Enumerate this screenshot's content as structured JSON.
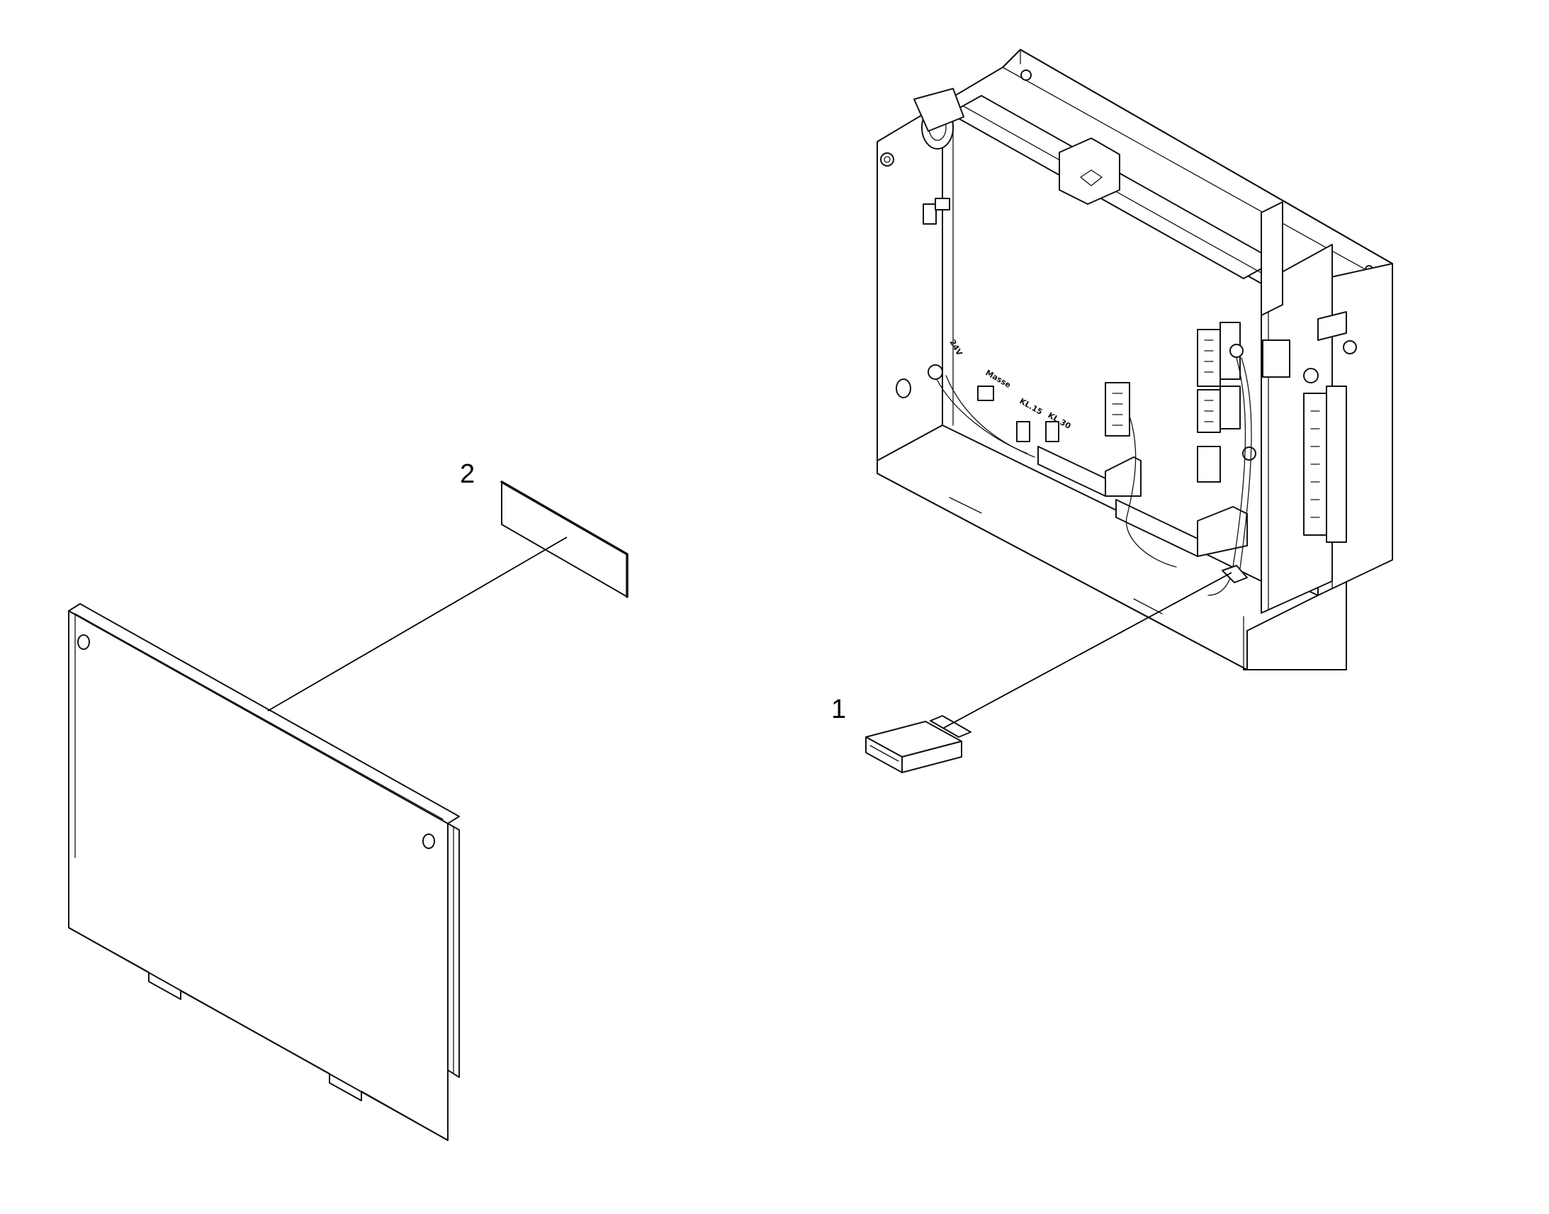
{
  "callouts": [
    {
      "id": "1",
      "label": "1"
    },
    {
      "id": "2",
      "label": "2"
    }
  ],
  "board_labels": [
    "24V",
    "Masse",
    "KL.15",
    "KL.30"
  ]
}
